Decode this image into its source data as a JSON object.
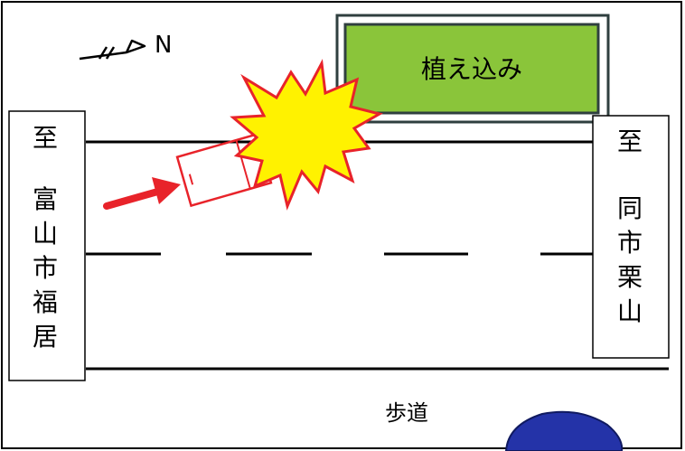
{
  "north": {
    "label": "N"
  },
  "planting": {
    "label": "植え込み",
    "fill_color": "#8ac53a",
    "border_color": "#2f3f3f"
  },
  "sign_left": {
    "to_label": "至",
    "place_chars": [
      "富",
      "山",
      "市",
      "福",
      "居"
    ]
  },
  "sign_right": {
    "to_label": "至",
    "place_chars": [
      "同",
      "市",
      "栗",
      "山"
    ]
  },
  "sidewalk": {
    "label": "歩道"
  },
  "vehicle": {
    "outline_color": "#e8232a"
  },
  "arrow": {
    "color": "#e8232a"
  },
  "collision": {
    "fill_color": "#fff200",
    "outline_color": "#e8232a"
  },
  "corner_object": {
    "color": "#2433a8"
  }
}
